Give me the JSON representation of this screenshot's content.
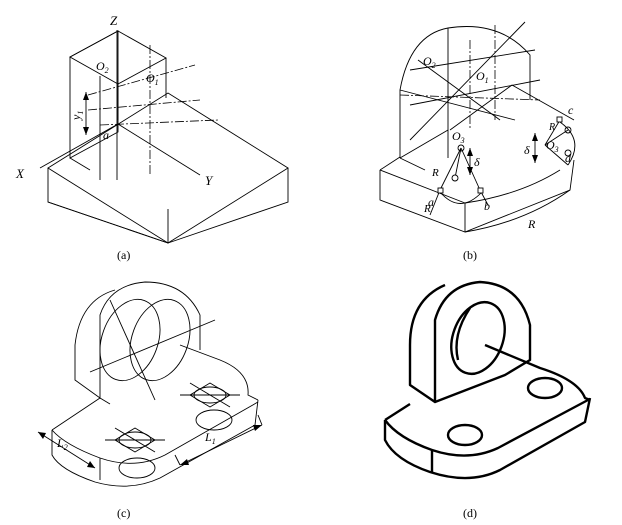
{
  "panels": {
    "a": {
      "caption": "(a)",
      "labels": {
        "z": "Z",
        "x": "X",
        "y": "Y",
        "o2": "O",
        "o2_sub": "2",
        "o1": "O",
        "o1_sub": "1",
        "y1": "y",
        "y1_sub": "1",
        "a": "a"
      }
    },
    "b": {
      "caption": "(b)",
      "labels": {
        "o2": "O",
        "o2_sub": "2",
        "o1": "O",
        "o1_sub": "1",
        "o3": "O",
        "o3_sub": "3",
        "o3b": "O",
        "o3b_sub": "3",
        "r_left": "R",
        "r_bottom": "R",
        "r_side": "R",
        "r_big": "R",
        "a": "a",
        "b": "b",
        "c": "c",
        "d": "d",
        "delta1": "δ",
        "delta2": "δ"
      }
    },
    "c": {
      "caption": "(c)",
      "labels": {
        "l2": "L",
        "l2_sub": "2",
        "l1": "L",
        "l1_sub": "1"
      }
    },
    "d": {
      "caption": "(d)"
    }
  }
}
